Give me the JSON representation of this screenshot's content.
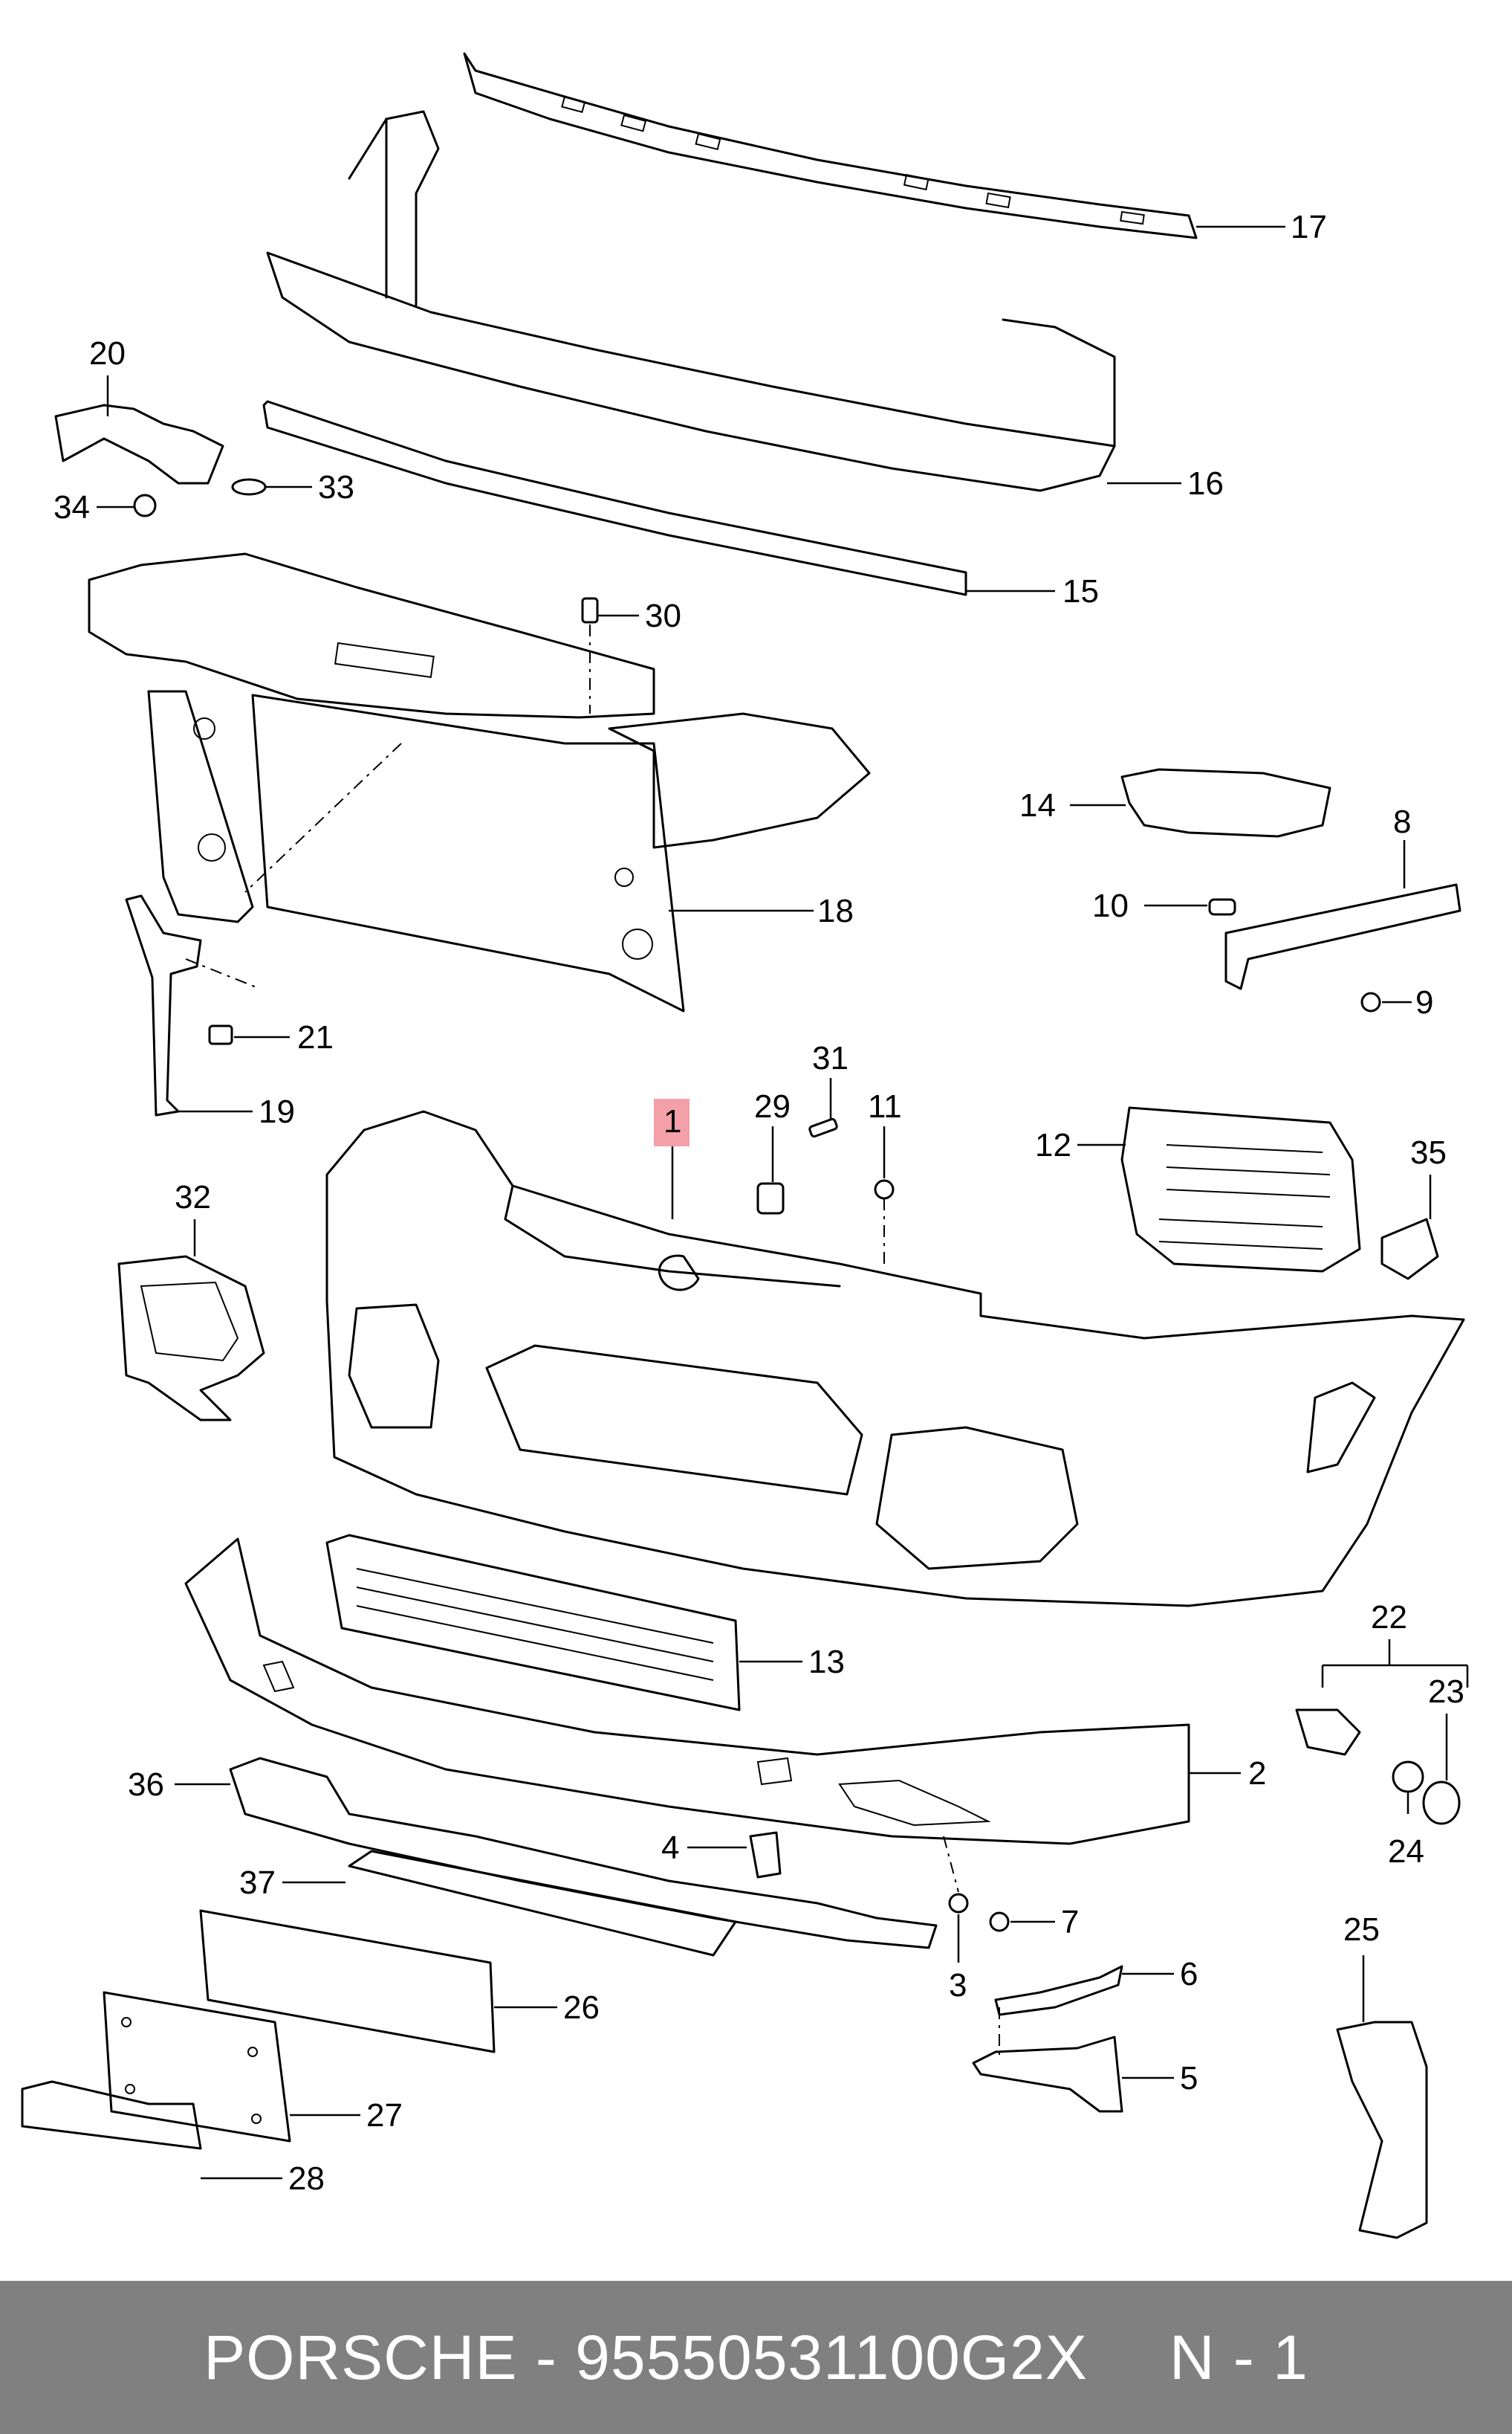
{
  "callouts": {
    "c1": "1",
    "c2": "2",
    "c3": "3",
    "c4": "4",
    "c5": "5",
    "c6": "6",
    "c7": "7",
    "c8": "8",
    "c9": "9",
    "c10": "10",
    "c11": "11",
    "c12": "12",
    "c13": "13",
    "c14": "14",
    "c15": "15",
    "c16": "16",
    "c17": "17",
    "c18": "18",
    "c19": "19",
    "c20": "20",
    "c21": "21",
    "c22": "22",
    "c23": "23",
    "c24": "24",
    "c25": "25",
    "c26": "26",
    "c27": "27",
    "c28": "28",
    "c29": "29",
    "c30": "30",
    "c31": "31",
    "c32": "32",
    "c33": "33",
    "c34": "34",
    "c35": "35",
    "c36": "36",
    "c37": "37"
  },
  "highlight_color": "#f4a0a8",
  "footer": {
    "brand_part": "PORSCHE - 95550531100G2X",
    "page": "N - 1"
  }
}
